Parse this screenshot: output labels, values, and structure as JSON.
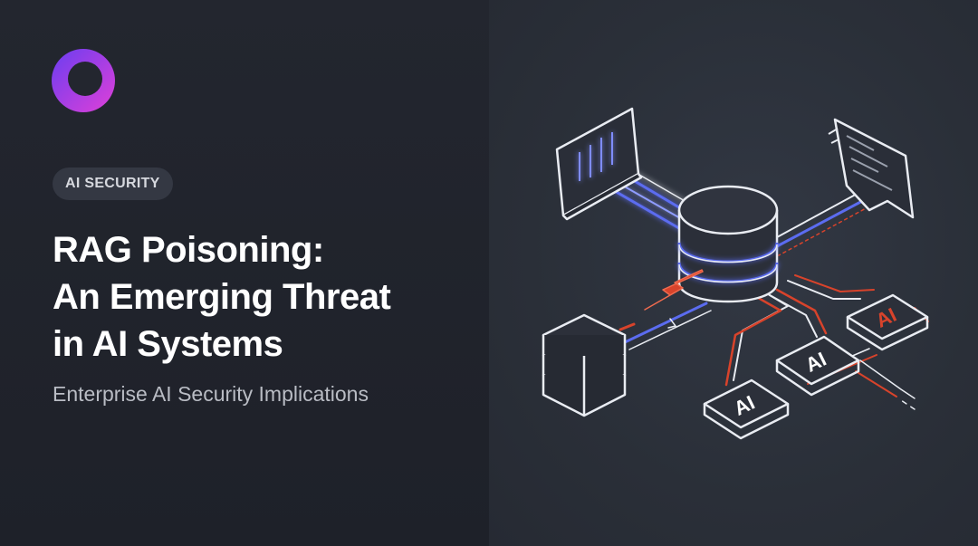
{
  "brand": {
    "logo_icon": "ring-logo-icon",
    "gradient": [
      "#7b3fe4",
      "#d63fd6"
    ]
  },
  "tag": {
    "label": "AI SECURITY"
  },
  "title": {
    "lines": [
      "RAG Poisoning:",
      "An Emerging Threat",
      "in AI Systems"
    ]
  },
  "subtitle": "Enterprise AI Security Implications",
  "illustration": {
    "node_labels": [
      "AI",
      "AI",
      "AI"
    ],
    "icons": [
      "database-icon",
      "monitor-icon",
      "chat-bubble-icon",
      "server-stack-icon",
      "lightning-bolt-icon"
    ],
    "colors": {
      "stroke": "#e9ecf2",
      "blue": "#5b6cf0",
      "red": "#d8432b"
    }
  }
}
